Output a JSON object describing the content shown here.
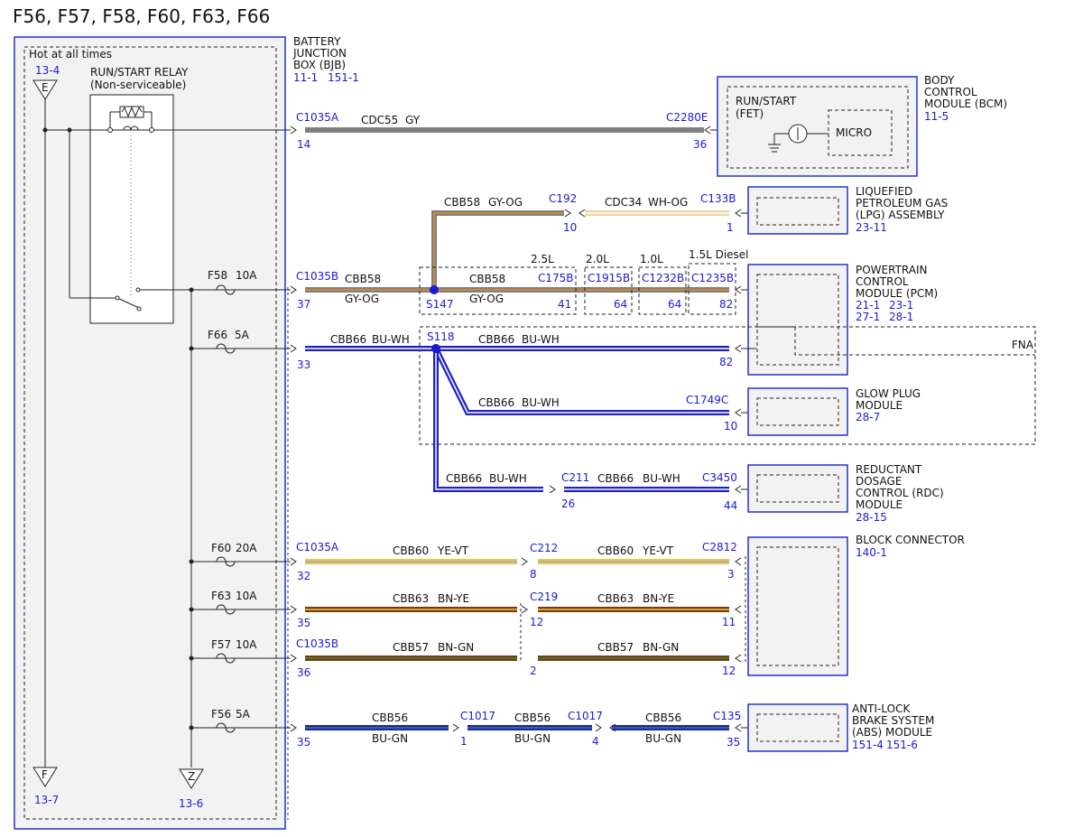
{
  "title": "F56, F57, F58, F60, F63, F66",
  "colors": {
    "ref": "#1a1ad6",
    "frame": "#2233cc",
    "GY": "#808080",
    "BU": "#1f1fcc",
    "YE": "#e8c84a",
    "VT": "#a9a0c8",
    "BN": "#7a3a10",
    "GN": "#3a8a3a",
    "OG": "#e08c1e",
    "WH": "#ffffff"
  },
  "bjb": {
    "hot": "Hot at all times",
    "name": [
      "BATTERY",
      "JUNCTION",
      "BOX (BJB)"
    ],
    "refs": [
      "11-1",
      "151-1"
    ],
    "relay": [
      "RUN/START RELAY",
      "(Non-serviceable)"
    ],
    "term_e": {
      "letter": "E",
      "ref": "13-4"
    },
    "term_f": {
      "letter": "F",
      "ref": "13-7"
    },
    "term_z": {
      "letter": "Z",
      "ref": "13-6"
    }
  },
  "modules": {
    "bcm": {
      "name": [
        "BODY",
        "CONTROL",
        "MODULE (BCM)"
      ],
      "refs": [
        "11-5"
      ],
      "fet": [
        "RUN/START",
        "(FET)"
      ],
      "micro": "MICRO"
    },
    "lpg": {
      "name": [
        "LIQUEFIED",
        "PETROLEUM GAS",
        "(LPG) ASSEMBLY"
      ],
      "refs": [
        "23-11"
      ]
    },
    "pcm": {
      "name": [
        "POWERTRAIN",
        "CONTROL",
        "MODULE (PCM)"
      ],
      "refs": [
        "21-1",
        "23-1",
        "27-1",
        "28-1"
      ]
    },
    "glow": {
      "name": [
        "GLOW PLUG",
        "MODULE"
      ],
      "refs": [
        "28-7"
      ]
    },
    "rdc": {
      "name": [
        "REDUCTANT",
        "DOSAGE",
        "CONTROL (RDC)",
        "MODULE"
      ],
      "refs": [
        "28-15"
      ]
    },
    "block": {
      "name": [
        "BLOCK CONNECTOR"
      ],
      "refs": [
        "140-1"
      ]
    },
    "abs": {
      "name": [
        "ANTI-LOCK",
        "BRAKE SYSTEM",
        "(ABS) MODULE"
      ],
      "refs": [
        "151-4",
        "151-6"
      ]
    }
  },
  "fuses": [
    {
      "name": "F58",
      "rating": "10A"
    },
    {
      "name": "F66",
      "rating": "5A"
    },
    {
      "name": "F60",
      "rating": "20A"
    },
    {
      "name": "F63",
      "rating": "10A"
    },
    {
      "name": "F57",
      "rating": "10A"
    },
    {
      "name": "F56",
      "rating": "5A"
    }
  ],
  "engines": [
    "2.5L",
    "2.0L",
    "1.0L",
    "1.5L Diesel"
  ],
  "fna": "FNA",
  "splices": [
    "S147",
    "S118"
  ],
  "connectors": {
    "c1035a_1": "C1035A",
    "c1035b_1": "C1035B",
    "c1035a_2": "C1035A",
    "c1035b_2": "C1035B",
    "c2280e": "C2280E",
    "c192": "C192",
    "c133b": "C133B",
    "c175b": "C175B",
    "c1915b": "C1915B",
    "c1232b": "C1232B",
    "c1235b": "C1235B",
    "c1749c": "C1749C",
    "c211": "C211",
    "c3450": "C3450",
    "c212": "C212",
    "c2812": "C2812",
    "c219": "C219",
    "c1017a": "C1017",
    "c1017b": "C1017",
    "c135": "C135"
  },
  "pins": {
    "p14": "14",
    "p36": "36",
    "p10a": "10",
    "p1a": "1",
    "p37": "37",
    "p41": "41",
    "p64a": "64",
    "p64b": "64",
    "p82a": "82",
    "p33": "33",
    "p82b": "82",
    "p10b": "10",
    "p26": "26",
    "p44": "44",
    "p32": "32",
    "p8": "8",
    "p3": "3",
    "p35a": "35",
    "p12a": "12",
    "p11": "11",
    "p36b": "36",
    "p2": "2",
    "p12b": "12",
    "p35b": "35",
    "p1b": "1",
    "p4": "4",
    "p35c": "35"
  },
  "circuits": {
    "cdc55": [
      "CDC55",
      "GY"
    ],
    "cbb58_v": [
      "CBB58",
      "GY-OG"
    ],
    "cdc34": [
      "CDC34",
      "WH-OG"
    ],
    "cbb58_a": [
      "CBB58",
      "GY-OG"
    ],
    "cbb58_b": [
      "CBB58",
      "GY-OG"
    ],
    "cbb66_a": [
      "CBB66",
      "BU-WH"
    ],
    "cbb66_b": [
      "CBB66",
      "BU-WH"
    ],
    "cbb66_c": [
      "CBB66",
      "BU-WH"
    ],
    "cbb66_d": [
      "CBB66",
      "BU-WH"
    ],
    "cbb66_e": [
      "CBB66",
      "BU-WH"
    ],
    "cbb60_a": [
      "CBB60",
      "YE-VT"
    ],
    "cbb60_b": [
      "CBB60",
      "YE-VT"
    ],
    "cbb63_a": [
      "CBB63",
      "BN-YE"
    ],
    "cbb63_b": [
      "CBB63",
      "BN-YE"
    ],
    "cbb57_a": [
      "CBB57",
      "BN-GN"
    ],
    "cbb57_b": [
      "CBB57",
      "BN-GN"
    ],
    "cbb56_a": [
      "CBB56",
      "BU-GN"
    ],
    "cbb56_b": [
      "CBB56",
      "BU-GN"
    ],
    "cbb56_c": [
      "CBB56",
      "BU-GN"
    ]
  }
}
